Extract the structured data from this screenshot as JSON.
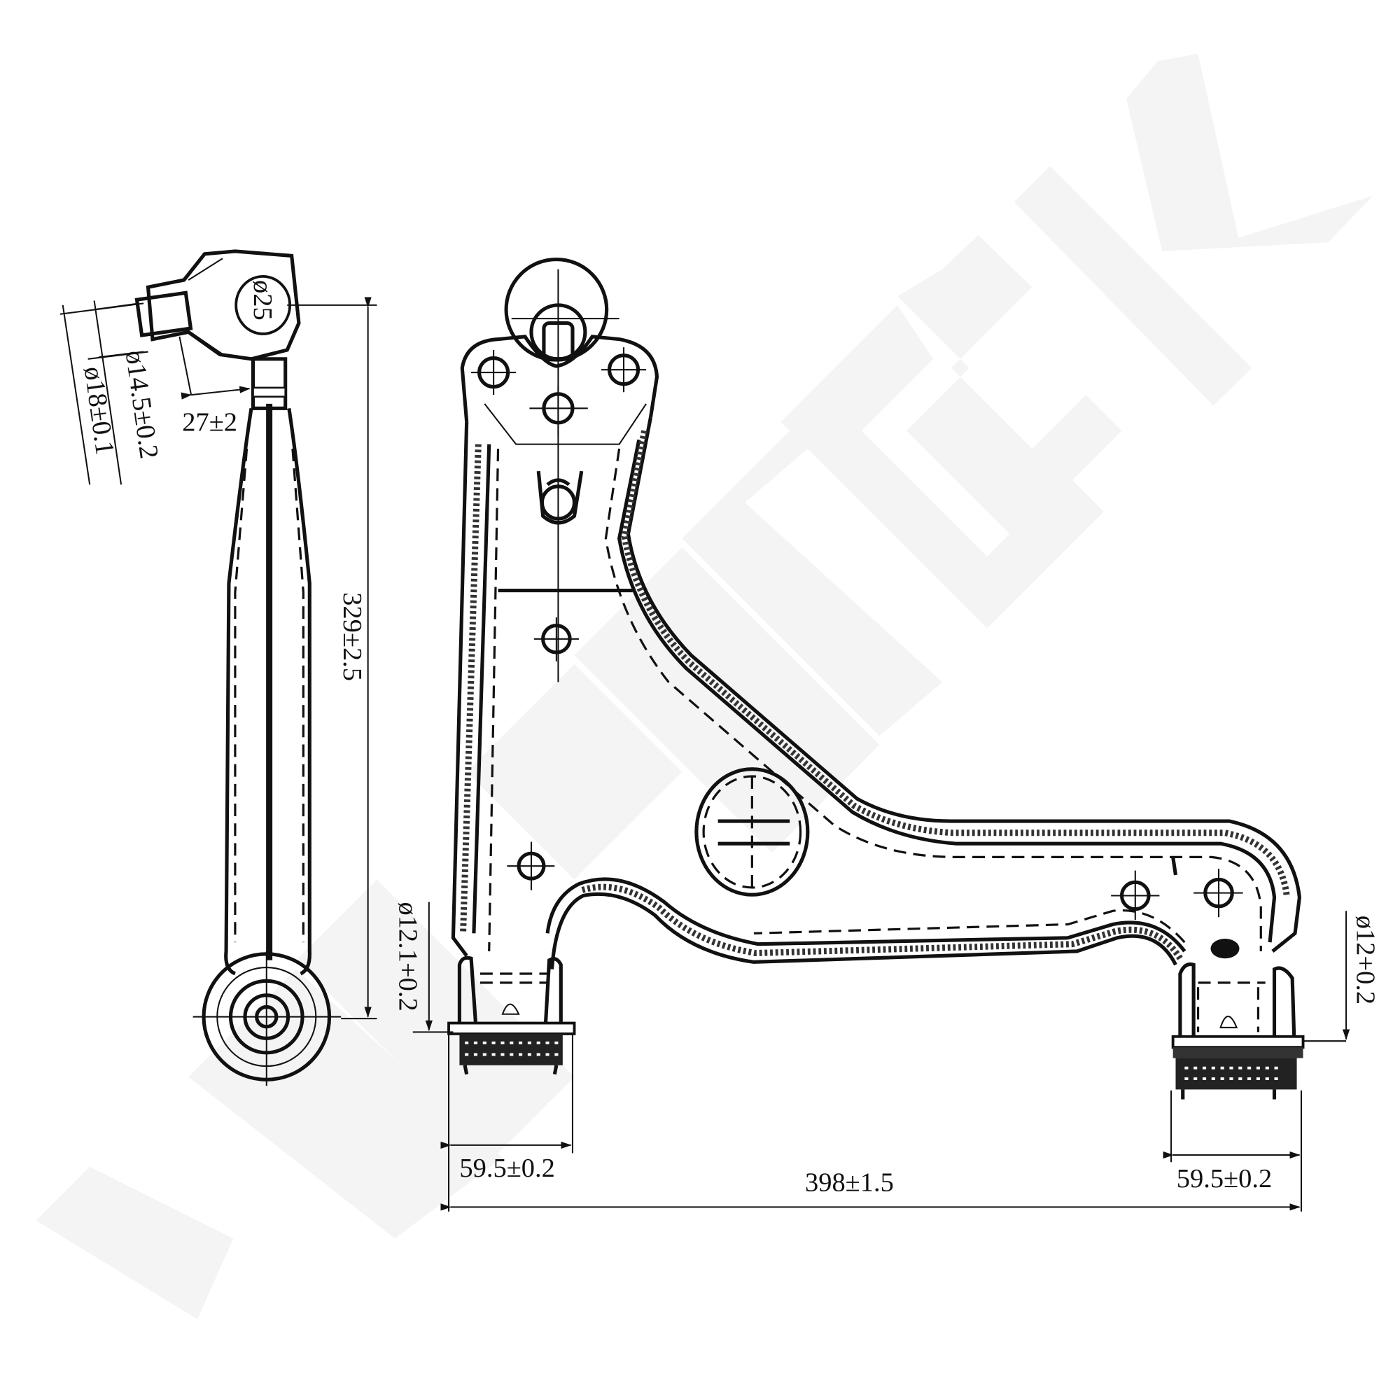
{
  "drawing": {
    "title": "Control arm dimension drawing",
    "colors": {
      "line": "#111111",
      "watermark": "#f4f4f4",
      "background": "#ffffff"
    },
    "side_view": {
      "ball_pin_diameter": "ø25",
      "thread_diameter_small": "ø14.5±0.2",
      "thread_diameter_large": "ø18±0.1",
      "stud_length": "27±2",
      "overall_height": "329±2.5"
    },
    "front_view": {
      "left_bushing_bore": "ø12.1+0.2",
      "right_bushing_bore": "ø12+0.2",
      "left_bushing_width": "59.5±0.2",
      "right_bushing_width": "59.5±0.2",
      "overall_width": "398±1.5"
    }
  }
}
